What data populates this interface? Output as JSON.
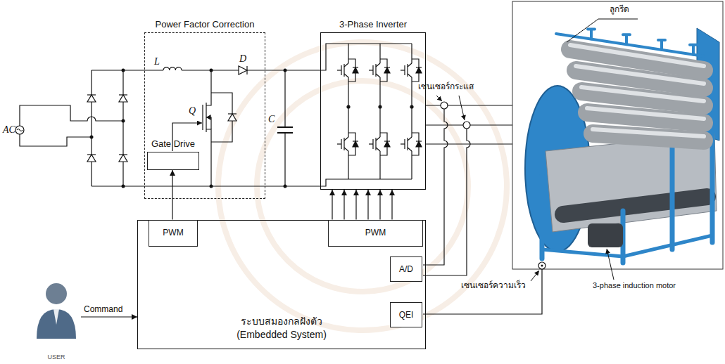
{
  "diagram": {
    "nodes": [
      {
        "text": [
          "Power Factor Correction"
        ]
      },
      {
        "text": [
          "Gate Drive"
        ],
        "in": 0
      },
      {
        "text": [
          "3-Phase Inverter"
        ]
      },
      {
        "text": [
          "ระบบสมองกลฝังตัว",
          "(Embedded System)"
        ]
      },
      {
        "text": [
          "PWM"
        ],
        "in": 3
      },
      {
        "text": [
          "PWM"
        ],
        "in": 3
      },
      {
        "text": [
          "A/D"
        ],
        "in": 3
      },
      {
        "text": [
          "QEI"
        ],
        "in": 3
      },
      {
        "text": [
          "USER"
        ]
      }
    ],
    "edges": [
      {
        "from": 4,
        "to": 1,
        "arrow": "to"
      },
      {
        "from": 5,
        "to": 2,
        "arrow": "to"
      },
      {
        "from": 5,
        "to": 2,
        "arrow": "to"
      },
      {
        "from": 5,
        "to": 2,
        "arrow": "to"
      },
      {
        "from": 5,
        "to": 2,
        "arrow": "to"
      },
      {
        "from": 5,
        "to": 2,
        "arrow": "to"
      },
      {
        "from": 5,
        "to": 2,
        "arrow": "to"
      },
      {
        "from": 8,
        "to": 3,
        "arrow": "to",
        "label": "Command"
      }
    ],
    "labels": [
      "AC",
      "L",
      "D",
      "Q",
      "C",
      "เซนเซอร์กระแส",
      "ลูกรีด",
      "เซนเซอร์ความเร็ว",
      "3-phase induction motor"
    ]
  }
}
